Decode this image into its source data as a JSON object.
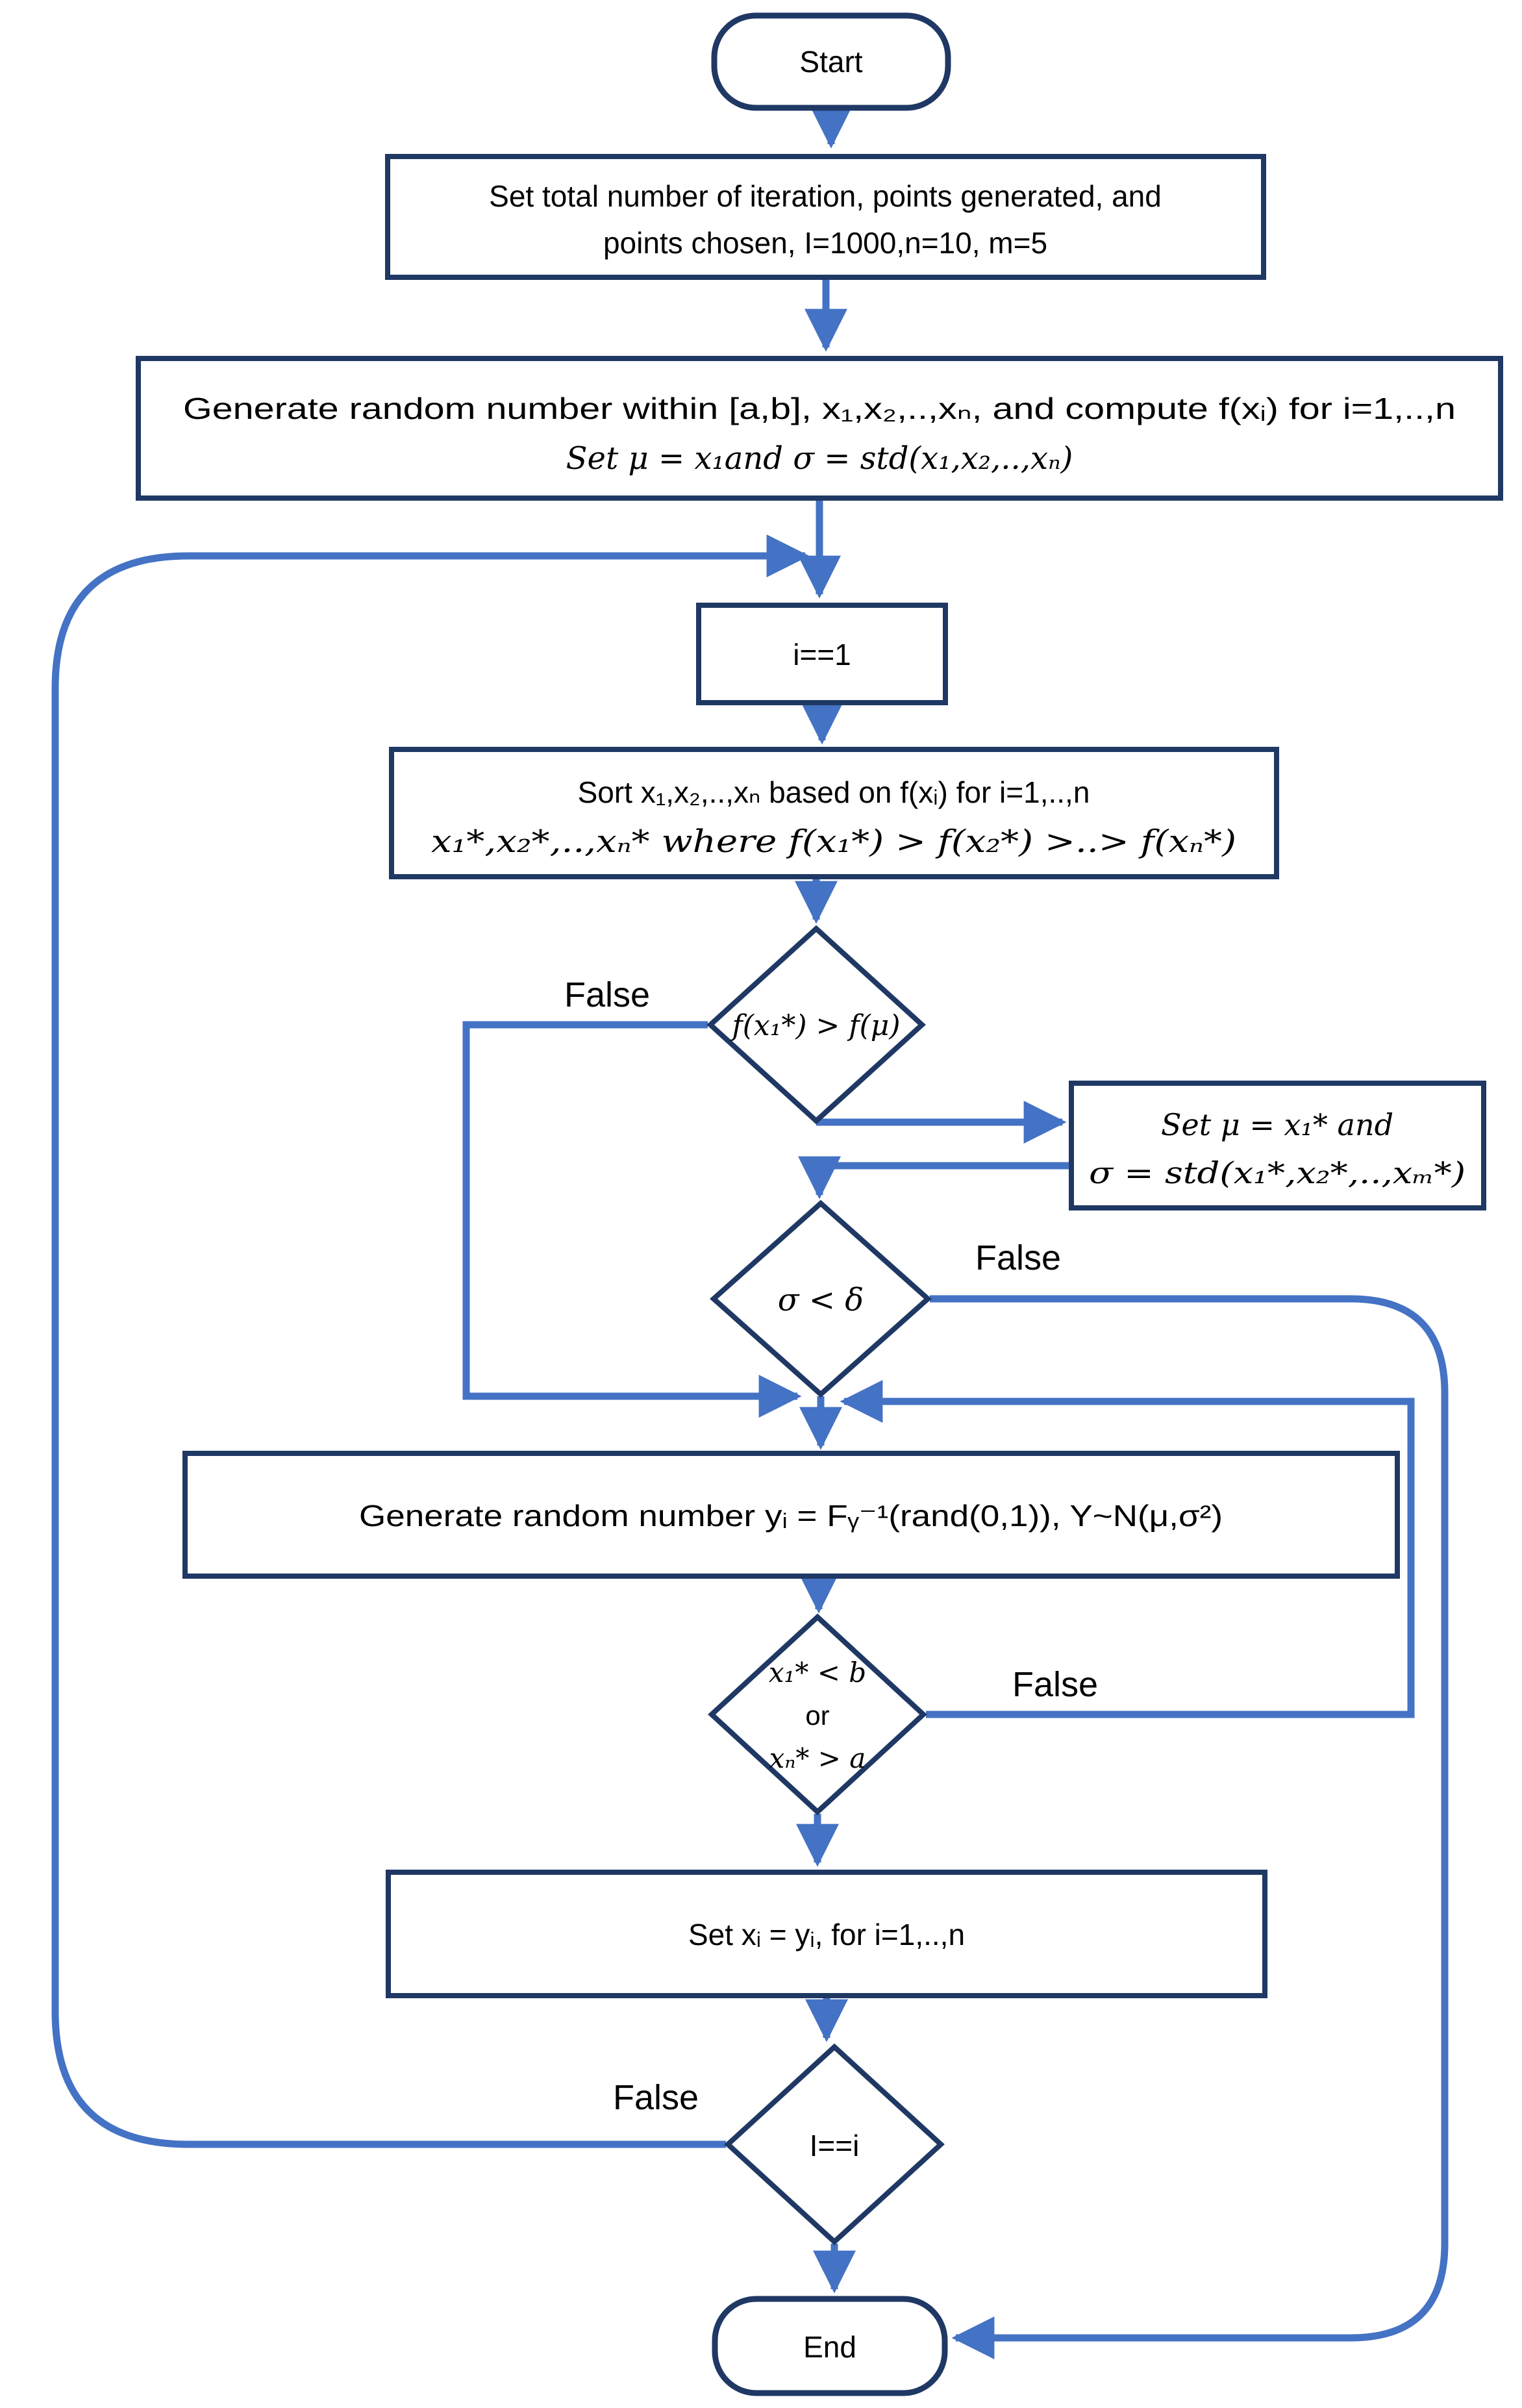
{
  "diagram": {
    "nodes": {
      "start": {
        "label": "Start"
      },
      "init": {
        "line1": "Set total number of iteration, points generated, and",
        "line2": "points chosen, I=1000,n=10, m=5"
      },
      "generate_initial": {
        "line1": "Generate random number within [a,b], x₁,x₂,..,xₙ, and compute f(xᵢ) for i=1,..,n",
        "line2": "Set μ = x₁and σ = std(x₁,x₂,..,xₙ)"
      },
      "iteration_counter": {
        "label": "i==1"
      },
      "sort": {
        "line1": "Sort x₁,x₂,..,xₙ based on f(xᵢ) for i=1,..,n",
        "line2": "x₁*,x₂*,..,xₙ* where f(x₁*) > f(x₂*) >..> f(xₙ*)"
      },
      "decision_improvement": {
        "label": "f(x₁*) > f(μ)"
      },
      "update_mu_sigma": {
        "line1": "Set μ = x₁* and",
        "line2": "σ = std(x₁*,x₂*,..,xₘ*)"
      },
      "decision_sigma": {
        "label": "σ < δ"
      },
      "generate_y": {
        "label": "Generate random number yᵢ = Fᵧ⁻¹(rand(0,1)), Y~N(μ,σ²)"
      },
      "decision_bounds": {
        "line1": "x₁* < b",
        "line2": "or",
        "line3": "xₙ* > a"
      },
      "set_x": {
        "label": "Set xᵢ = yᵢ, for i=1,..,n"
      },
      "decision_iterations": {
        "label": "I==i"
      },
      "end": {
        "label": "End"
      }
    },
    "edge_labels": {
      "improvement_false": "False",
      "sigma_false": "False",
      "bounds_false": "False",
      "iterations_false": "False"
    },
    "colors": {
      "connector": "#4472c4",
      "shape_border": "#1f3864",
      "text": "#000000",
      "background": "#ffffff"
    }
  }
}
